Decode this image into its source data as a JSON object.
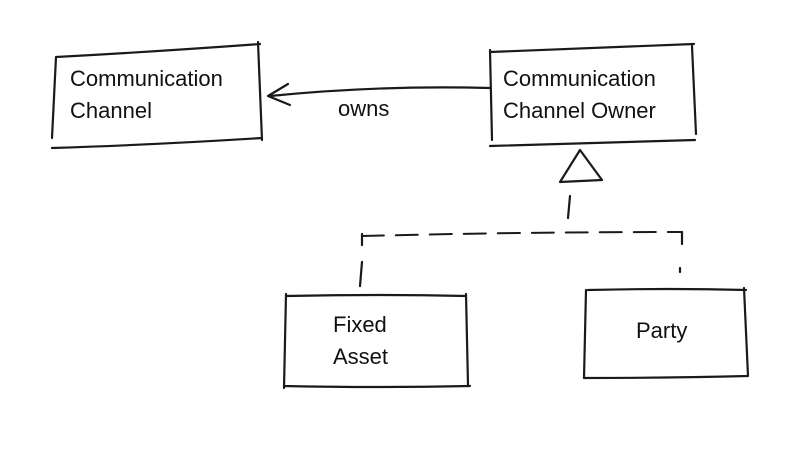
{
  "diagram": {
    "nodes": {
      "communication_channel": {
        "lines": [
          "Communication",
          "Channel"
        ]
      },
      "communication_channel_owner": {
        "lines": [
          "Communication",
          "Channel Owner"
        ]
      },
      "fixed_asset": {
        "lines": [
          "Fixed",
          "Asset"
        ]
      },
      "party": {
        "lines": [
          "Party"
        ]
      }
    },
    "edges": {
      "owns": {
        "label": "owns",
        "type": "association"
      },
      "generalization": {
        "type": "dashed-realization"
      }
    }
  }
}
